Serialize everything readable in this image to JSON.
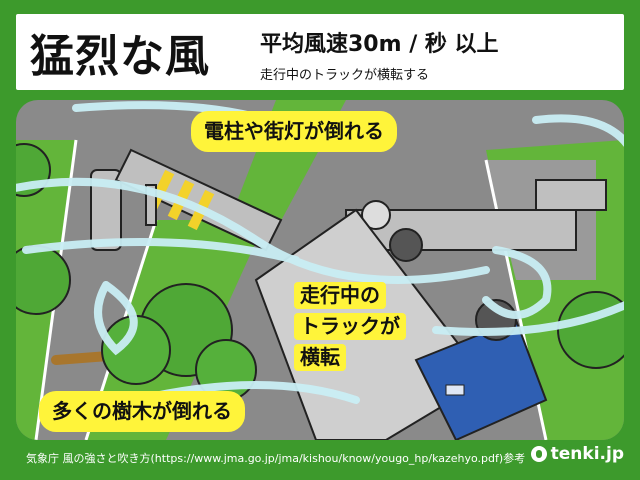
{
  "header": {
    "title": "猛烈な風",
    "subtitle": "平均風速30m / 秒 以上",
    "description": "走行中のトラックが横転する"
  },
  "callouts": {
    "poles": "電柱や街灯が倒れる",
    "truck_line1": "走行中の",
    "truck_line2": "トラックが",
    "truck_line3": "横転",
    "trees": "多くの樹木が倒れる"
  },
  "footer": {
    "source": "気象庁 風の強さと吹き方(https://www.jma.go.jp/jma/kishou/know/yougo_hp/kazehyo.pdf)参考",
    "logo": "tenki.jp"
  },
  "colors": {
    "background": "#3d9a2c",
    "callout": "#fff43a",
    "road": "#8a8a8a",
    "grass": "#63b53a",
    "wind": "#c9eef4",
    "truck_cab": "#2f5fb3"
  }
}
